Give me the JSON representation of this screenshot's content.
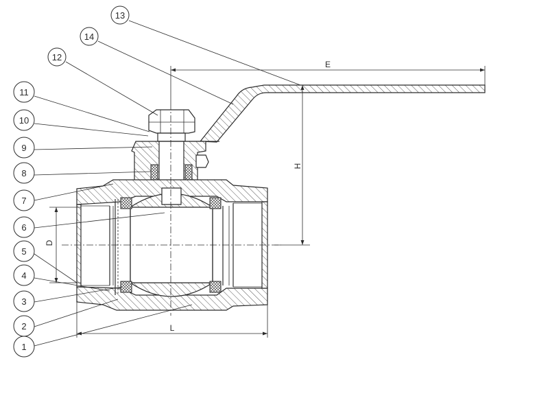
{
  "callouts": [
    "1",
    "2",
    "3",
    "4",
    "5",
    "6",
    "7",
    "8",
    "9",
    "10",
    "11",
    "12",
    "13",
    "14"
  ],
  "dimensions": {
    "E": "E",
    "H": "H",
    "D": "D",
    "L": "L"
  }
}
